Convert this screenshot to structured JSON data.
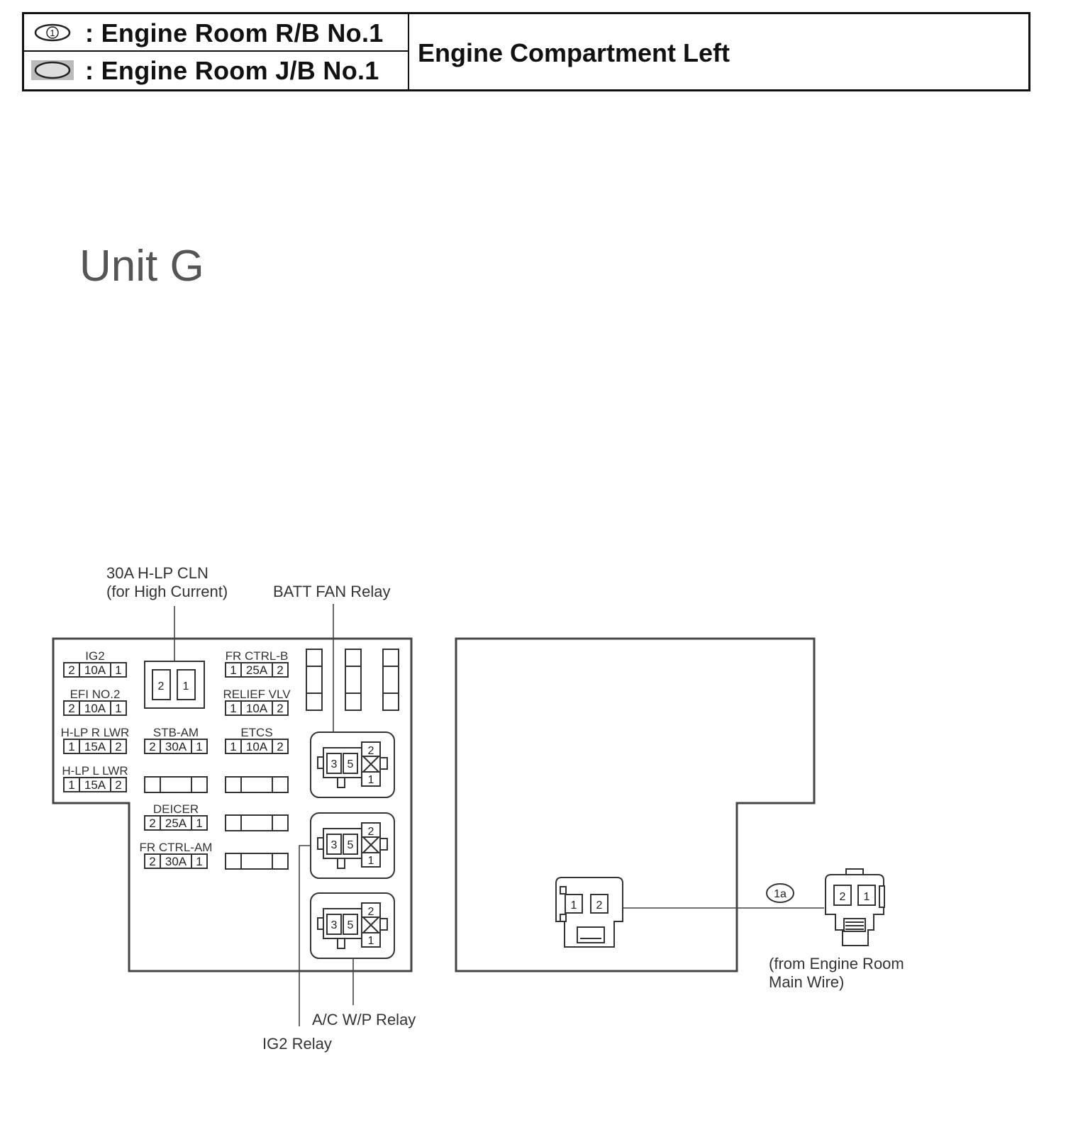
{
  "legend": {
    "rb_icon_number": "1",
    "rb_label": ": Engine Room R/B No.1",
    "jb_label": ": Engine Room J/B No.1",
    "location": "Engine Compartment Left"
  },
  "unit_title": "Unit G",
  "callouts": {
    "hlp_cln_line1": "30A H-LP CLN",
    "hlp_cln_line2": "(for High Current)",
    "batt_fan_relay": "BATT FAN Relay",
    "ac_wp_relay": "A/C W/P Relay",
    "ig2_relay": "IG2 Relay",
    "main_wire_line1": "(from Engine Room",
    "main_wire_line2": "Main Wire)"
  },
  "fuses": [
    {
      "name": "IG2",
      "left": "2",
      "amp": "10A",
      "right": "1"
    },
    {
      "name": "EFI NO.2",
      "left": "2",
      "amp": "10A",
      "right": "1"
    },
    {
      "name": "H-LP R LWR",
      "left": "1",
      "amp": "15A",
      "right": "2"
    },
    {
      "name": "H-LP L LWR",
      "left": "1",
      "amp": "15A",
      "right": "2"
    },
    {
      "name": "STB-AM",
      "left": "2",
      "amp": "30A",
      "right": "1"
    },
    {
      "name": "DEICER",
      "left": "2",
      "amp": "25A",
      "right": "1"
    },
    {
      "name": "FR CTRL-AM",
      "left": "2",
      "amp": "30A",
      "right": "1"
    },
    {
      "name": "FR CTRL-B",
      "left": "1",
      "amp": "25A",
      "right": "2"
    },
    {
      "name": "RELIEF VLV",
      "left": "1",
      "amp": "10A",
      "right": "2"
    },
    {
      "name": "ETCS",
      "left": "1",
      "amp": "10A",
      "right": "2"
    }
  ],
  "hlp_cln_pins": [
    "2",
    "1"
  ],
  "relay_pins": {
    "p3": "3",
    "p5": "5",
    "p2": "2",
    "p1": "1"
  },
  "connector_left_pins": [
    "1",
    "2"
  ],
  "connector_right_pins": [
    "2",
    "1"
  ],
  "connector_code": "1a"
}
